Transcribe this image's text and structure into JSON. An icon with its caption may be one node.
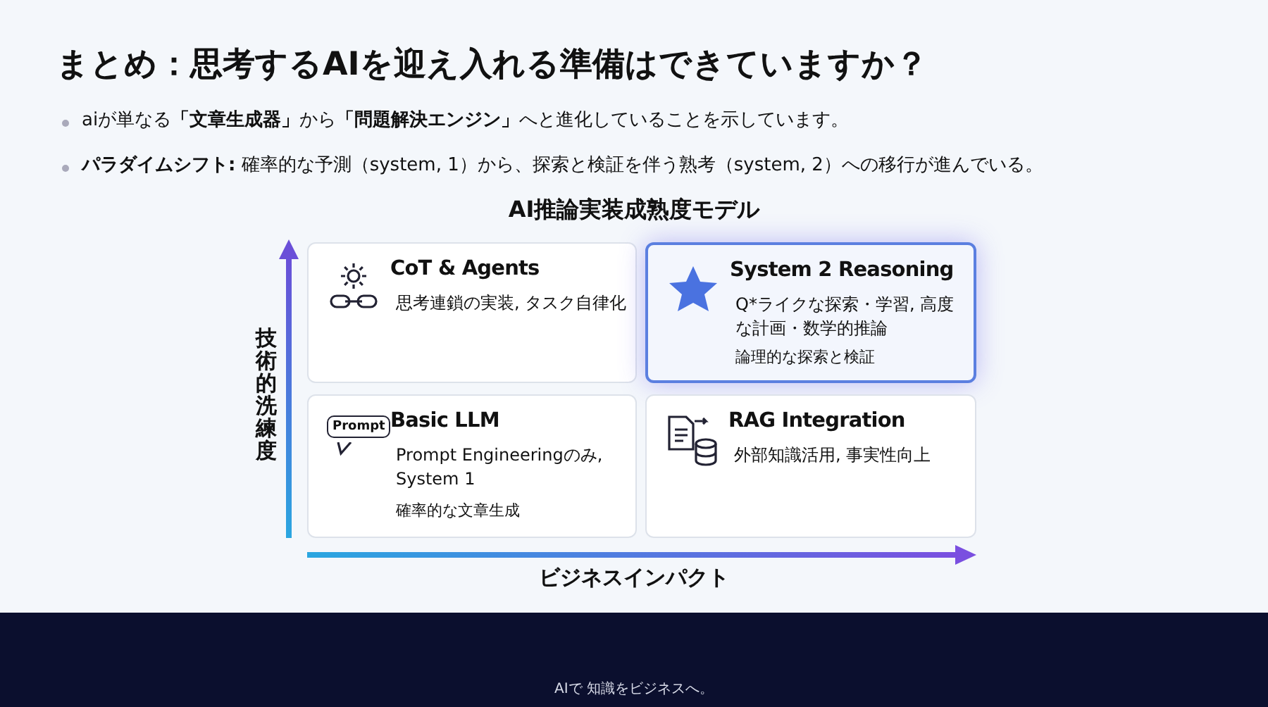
{
  "diagram": {
    "title": "まとめ：思考するAIを迎え入れる準備はできていますか？",
    "nodes": [
      {
        "text": [
          "CoT & Agents",
          "思考連鎖の実装, タスク自律化"
        ]
      },
      {
        "text": [
          "System 2 Reasoning",
          "Q*ライクな探索・学習, 高度な計画・数学的推論",
          "論理的な探索と検証"
        ]
      },
      {
        "text": [
          "Prompt",
          "Basic LLM",
          "Prompt Engineeringのみ, System 1",
          "確率的な文章生成"
        ]
      },
      {
        "text": [
          "RAG Integration",
          "外部知識活用, 事実性向上"
        ]
      }
    ],
    "labels": [
      "aiが単なる**「文章生成器」**から**「問題解決エンジン」**へと進化していることを示しています。",
      "**パラダイムシフト:** 確率的な予測（system, 1）から、探索と検証を伴う熟考（system, 2）への移行が進んでいる。",
      "AI推論実装成熟度モデル",
      "技術的洗練度",
      "ビジネスインパクト",
      "AIで 知識をビジネスへ。"
    ]
  }
}
